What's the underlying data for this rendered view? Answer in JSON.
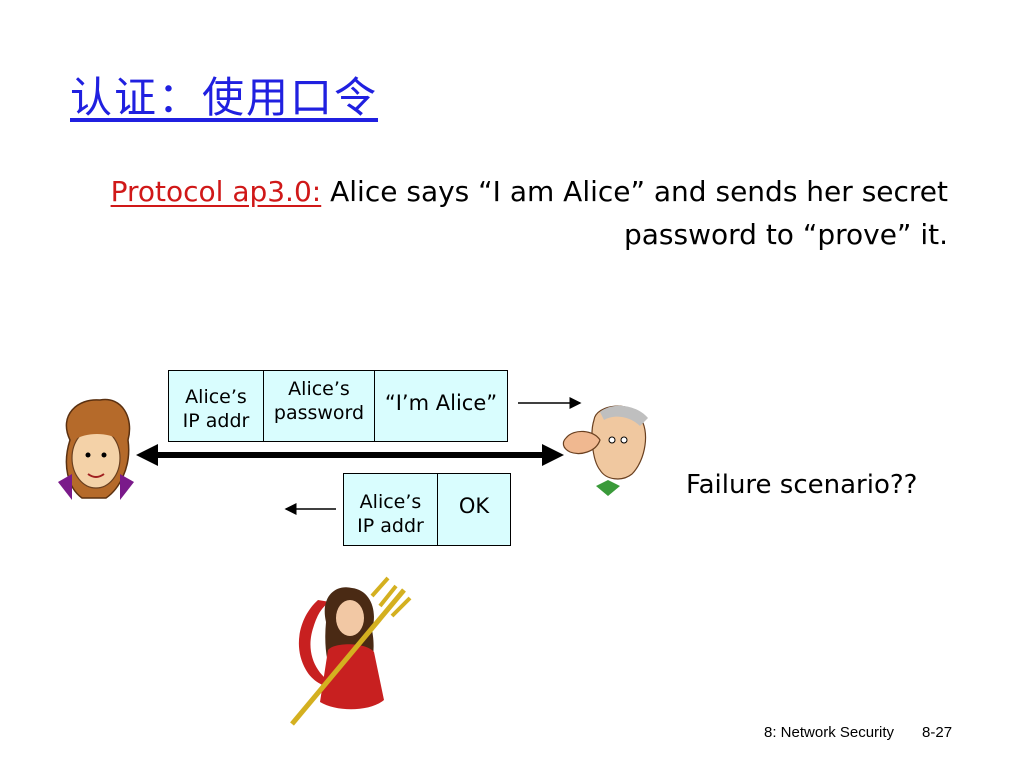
{
  "slide": {
    "title": "认证：使用口令",
    "protocol_label": "Protocol ap3.0:",
    "protocol_text": "Alice says “I am Alice” and sends her secret password to “prove” it.",
    "failure_text": "Failure scenario??",
    "footer_section": "8: Network Security",
    "footer_page": "8-27"
  },
  "packet_1": {
    "field_1_line_1": "Alice’s",
    "field_1_line_2": "IP addr",
    "field_2_line_1": "Alice’s",
    "field_2_line_2": "password",
    "field_3": "“I’m Alice”"
  },
  "packet_2": {
    "field_1_line_1": "Alice’s",
    "field_1_line_2": "IP addr",
    "field_2": "OK"
  },
  "figures": {
    "alice": "alice-figure",
    "bob": "bob-figure",
    "trudy": "trudy-figure"
  },
  "colors": {
    "title": "#2020e0",
    "protocol_label": "#d01818",
    "packet_fill": "#d9fdfe"
  }
}
